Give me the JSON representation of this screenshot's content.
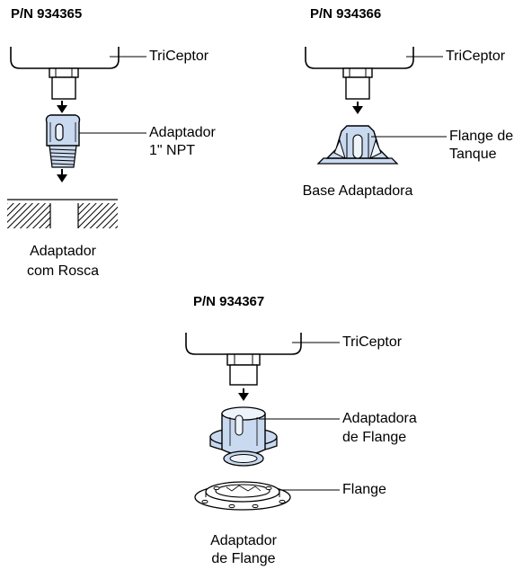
{
  "colors": {
    "line": "#000000",
    "part_fill": "#c9d9ef",
    "part_highlight": "#eef4fb",
    "background": "#ffffff"
  },
  "panels": [
    {
      "part_number": "P/N 934365",
      "unit_label": "TriCeptor",
      "adapter_label": [
        "Adaptador",
        "1\" NPT"
      ],
      "caption": [
        "Adaptador",
        "com Rosca"
      ]
    },
    {
      "part_number": "P/N 934366",
      "unit_label": "TriCeptor",
      "adapter_label": [
        "Flange de",
        "Tanque"
      ],
      "caption": [
        "Base Adaptadora"
      ]
    },
    {
      "part_number": "P/N 934367",
      "unit_label": "TriCeptor",
      "adapter_label": [
        "Adaptadora",
        "de Flange"
      ],
      "flange_label": "Flange",
      "caption": [
        "Adaptador",
        "de Flange"
      ]
    }
  ]
}
